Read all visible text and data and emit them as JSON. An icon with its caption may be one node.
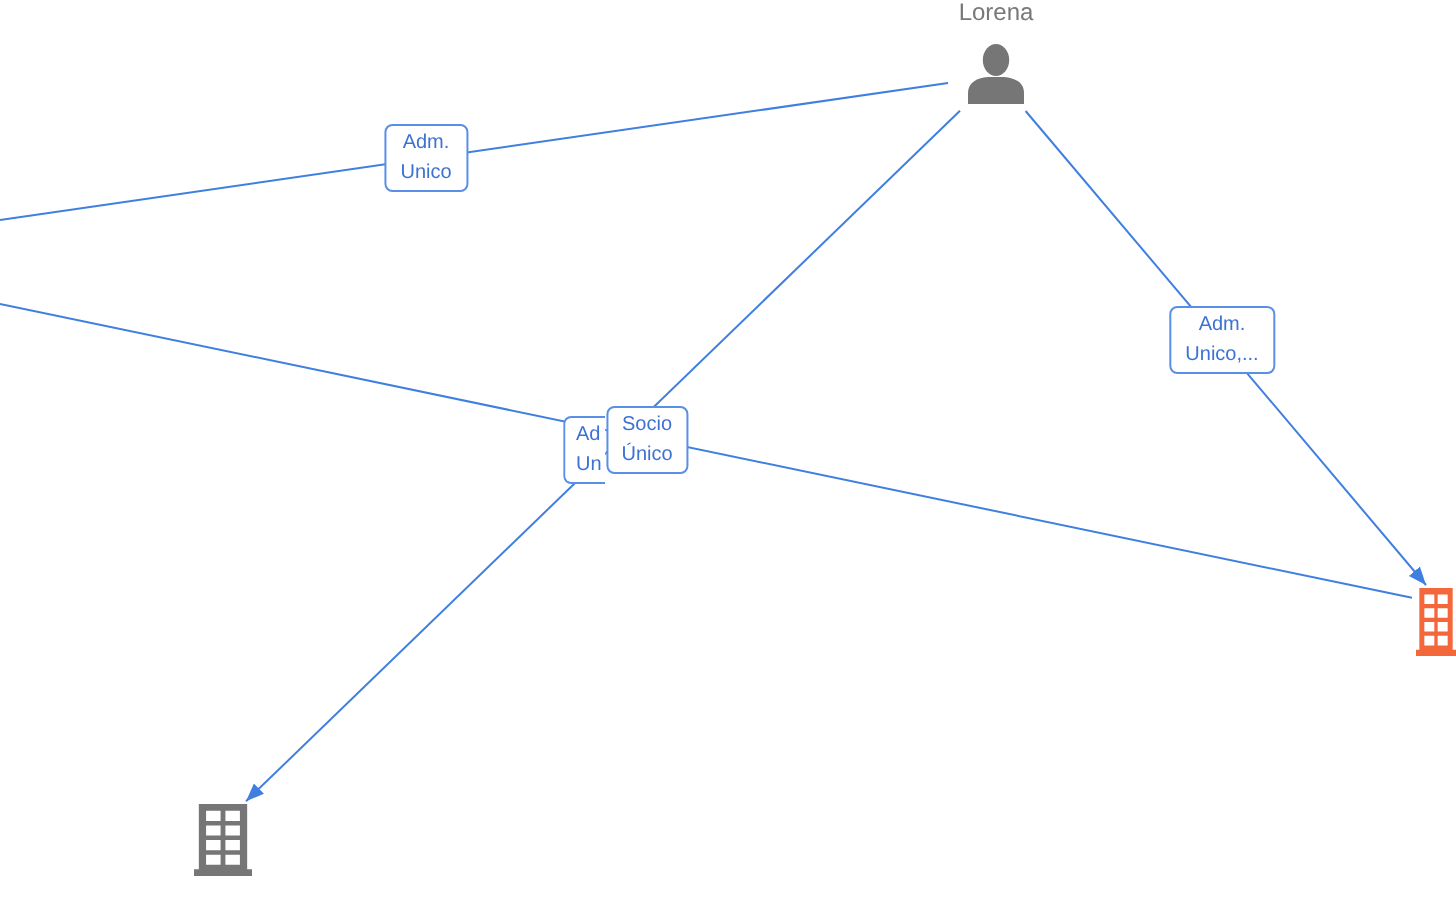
{
  "diagram": {
    "nodes": [
      {
        "text": [
          "Lorena"
        ]
      },
      {
        "text": [],
        "shape": "building"
      },
      {
        "text": [],
        "shape": "building"
      }
    ],
    "edges": [
      {
        "from": 0,
        "to": null,
        "arrow": "none",
        "label": "Adm. Unico"
      },
      {
        "from": 0,
        "to": 1,
        "arrow": "to",
        "label": "Adm. Unico,..."
      },
      {
        "from": 0,
        "to": 2,
        "arrow": "to",
        "label": "Ad Un"
      },
      {
        "from": null,
        "to": 1,
        "arrow": "none",
        "label": "Socio Único"
      }
    ]
  }
}
